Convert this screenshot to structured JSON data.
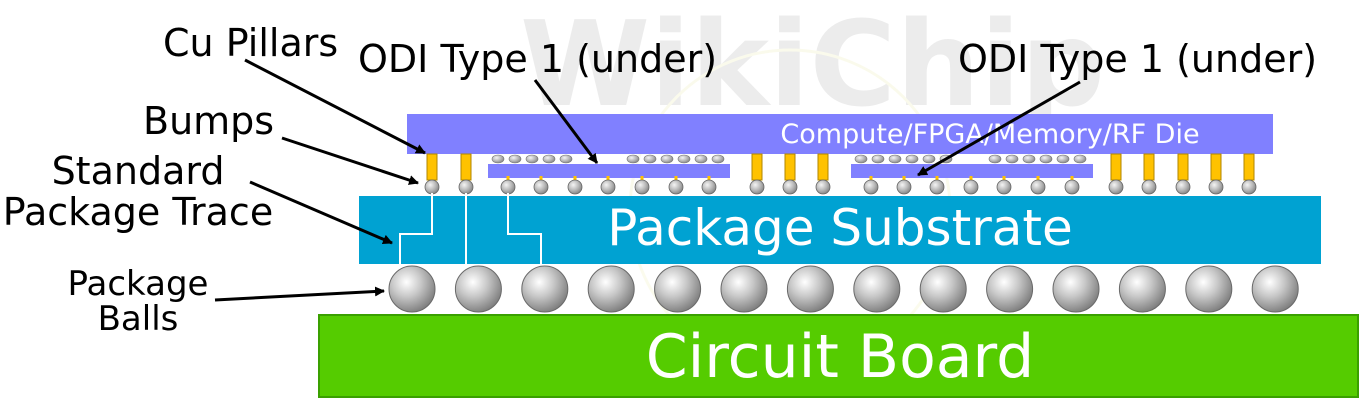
{
  "watermark": "WikiChip",
  "labels": {
    "cu_pillars": "Cu Pillars",
    "odi_left": "ODI Type 1 (under)",
    "odi_right": "ODI Type 1 (under)",
    "bumps": "Bumps",
    "trace_line1": "Standard",
    "trace_line2": "Package Trace",
    "balls_line1": "Package",
    "balls_line2": "Balls"
  },
  "layers": {
    "die": "Compute/FPGA/Memory/RF Die",
    "substrate": "Package Substrate",
    "board": "Circuit Board"
  },
  "colors": {
    "die": "#8080ff",
    "odi": "#8080ff",
    "substrate": "#00a2d2",
    "board": "#55cc00",
    "board_border": "#3aa000",
    "pillar": "#ffc200",
    "ball": "#9a9a9a"
  }
}
